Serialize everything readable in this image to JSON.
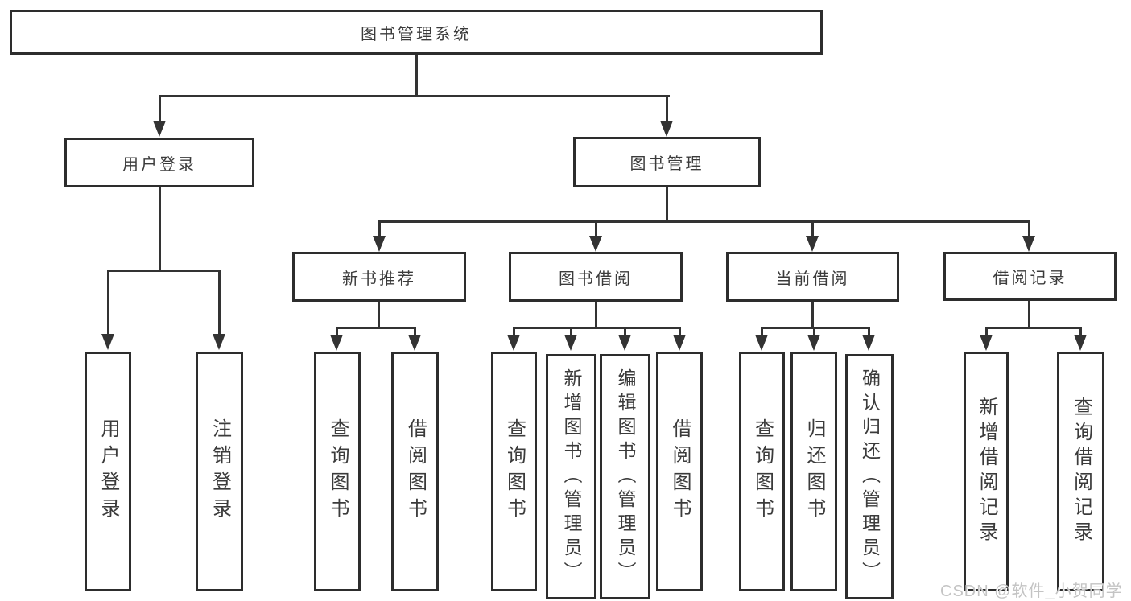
{
  "tree": {
    "label": "图书管理系统",
    "children": [
      {
        "label": "用户登录",
        "children": [
          {
            "label": "用户登录"
          },
          {
            "label": "注销登录"
          }
        ]
      },
      {
        "label": "图书管理",
        "children": [
          {
            "label": "新书推荐",
            "children": [
              {
                "label": "查询图书"
              },
              {
                "label": "借阅图书"
              }
            ]
          },
          {
            "label": "图书借阅",
            "children": [
              {
                "label": "查询图书"
              },
              {
                "label": "新增图书（管理员）"
              },
              {
                "label": "编辑图书（管理员）"
              },
              {
                "label": "借阅图书"
              }
            ]
          },
          {
            "label": "当前借阅",
            "children": [
              {
                "label": "查询图书"
              },
              {
                "label": "归还图书"
              },
              {
                "label": "确认归还（管理员）"
              }
            ]
          },
          {
            "label": "借阅记录",
            "children": [
              {
                "label": "新增借阅记录"
              },
              {
                "label": "查询借阅记录"
              }
            ]
          }
        ]
      }
    ]
  },
  "watermark": {
    "text": "CSDN @软件_小贺同学"
  },
  "colors": {
    "line": "#333333",
    "box_border": "#2d2d2d",
    "text": "#3b3b3b",
    "watermark": "#c4c4c4",
    "background": "#ffffff"
  }
}
